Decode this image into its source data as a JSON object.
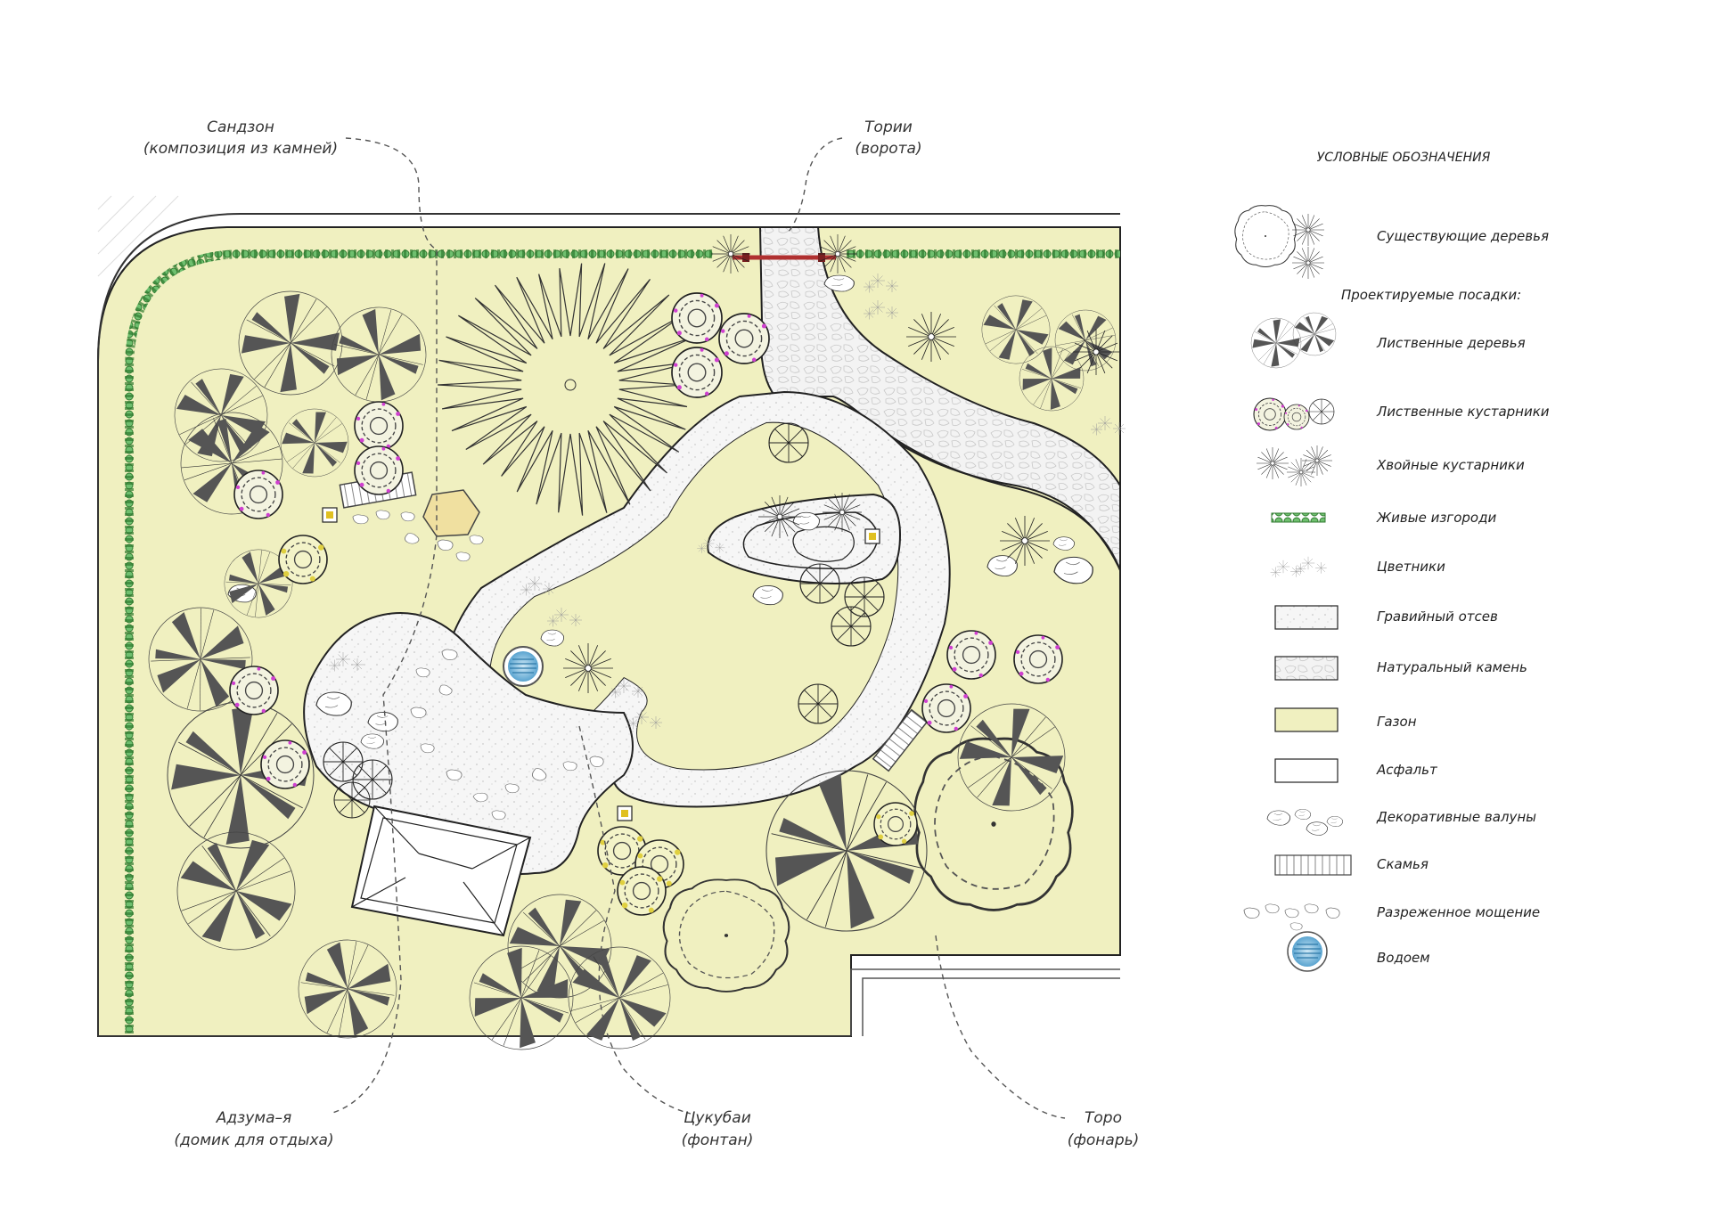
{
  "annotations": {
    "sandzon_title": "Сандзон",
    "sandzon_sub": "(композиция из камней)",
    "torii_title": "Тории",
    "torii_sub": "(ворота)",
    "azumaya_title": "Адзума–я",
    "azumaya_sub": "(домик для отдыха)",
    "tsukubai_title": "Цукубаи",
    "tsukubai_sub": "(фонтан)",
    "toro_title": "Торо",
    "toro_sub": "(фонарь)"
  },
  "legend": {
    "title": "УСЛОВНЫЕ ОБОЗНАЧЕНИЯ",
    "subheading": "Проектируемые посадки:",
    "items": {
      "existing_trees": "Существующие деревья",
      "deciduous_trees": "Лиственные деревья",
      "deciduous_shrubs": "Лиственные кустарники",
      "conifer_shrubs": "Хвойные кустарники",
      "hedges": "Живые изгороди",
      "flowerbeds": "Цветники",
      "gravel": "Гравийный отсев",
      "natural_stone": "Натуральный камень",
      "lawn": "Газон",
      "asphalt": "Асфальт",
      "boulders": "Декоративные валуны",
      "bench": "Скамья",
      "sparse_paving": "Разреженное мощение",
      "pond": "Водоем"
    }
  },
  "colors": {
    "lawn": "#f0f0c0",
    "hedge": "#3a8a3a",
    "tree_dark": "#555555",
    "flower_magenta": "#d040d0",
    "flower_yellow": "#e8e060",
    "gate_red": "#b03030",
    "water": "#6ab0d8"
  }
}
